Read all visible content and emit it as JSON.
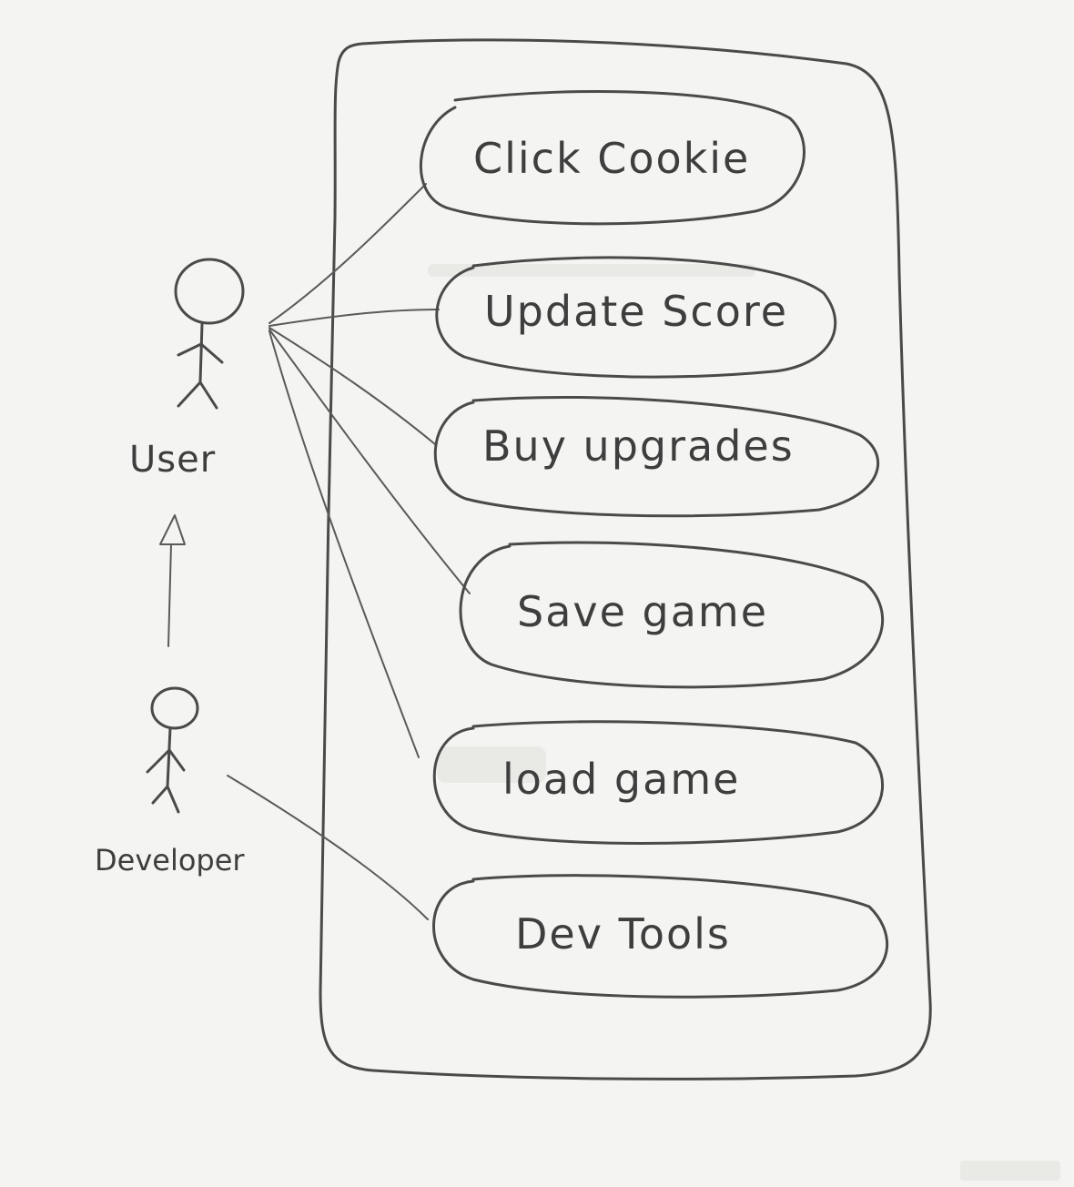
{
  "actors": {
    "user": {
      "label": "User"
    },
    "developer": {
      "label": "Developer"
    }
  },
  "use_cases": [
    {
      "id": "click-cookie",
      "label": "Click Cookie"
    },
    {
      "id": "update-score",
      "label": "Update Score"
    },
    {
      "id": "buy-upgrades",
      "label": "Buy upgrades"
    },
    {
      "id": "save-game",
      "label": "Save game"
    },
    {
      "id": "load-game",
      "label": "load game"
    },
    {
      "id": "dev-tools",
      "label": "Dev Tools"
    }
  ],
  "associations": [
    {
      "from": "user",
      "to": "click-cookie"
    },
    {
      "from": "user",
      "to": "update-score"
    },
    {
      "from": "user",
      "to": "buy-upgrades"
    },
    {
      "from": "user",
      "to": "save-game"
    },
    {
      "from": "user",
      "to": "load-game"
    },
    {
      "from": "developer",
      "to": "dev-tools"
    }
  ],
  "generalization": {
    "from": "developer",
    "to": "user"
  },
  "colors": {
    "ink": "#4a4a4a",
    "paper": "#f4f4f2"
  }
}
